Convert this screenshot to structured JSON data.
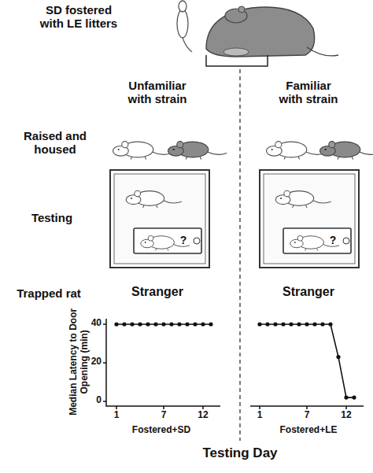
{
  "diagram": {
    "labels": [
      "SD fostered with LE litters",
      "Unfamiliar with strain",
      "Familiar with strain",
      "Raised and housed",
      "Testing",
      "Trapped rat",
      "Stranger",
      "Stranger",
      "Median Latency to Door Opening (min)",
      "40",
      "20",
      "0",
      "1",
      "7",
      "12",
      "Fostered+SD",
      "1",
      "7",
      "12",
      "Fostered+LE",
      "Testing Day",
      "?",
      "?"
    ]
  }
}
